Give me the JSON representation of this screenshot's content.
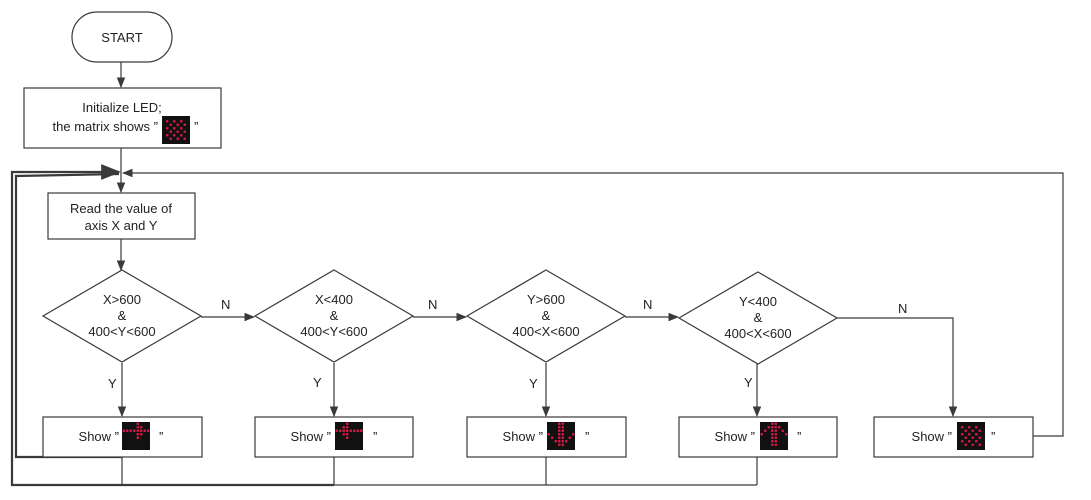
{
  "diagram": {
    "start": {
      "label": "START"
    },
    "init": {
      "line1": "Initialize LED;",
      "line2_prefix": "the matrix shows ”",
      "line2_suffix": "”"
    },
    "read": {
      "line1": "Read the value of",
      "line2": "axis X and Y"
    },
    "decisions": [
      {
        "line1": "X>600",
        "line2": "&",
        "line3": "400<Y<600"
      },
      {
        "line1": "X<400",
        "line2": "&",
        "line3": "400<Y<600"
      },
      {
        "line1": "Y>600",
        "line2": "&",
        "line3": "400<X<600"
      },
      {
        "line1": "Y<400",
        "line2": "&",
        "line3": "400<X<600"
      }
    ],
    "shows": [
      {
        "prefix": "Show ”",
        "suffix": "”",
        "icon": "led-arrow-right-icon"
      },
      {
        "prefix": "Show ”",
        "suffix": "”",
        "icon": "led-arrow-left-icon"
      },
      {
        "prefix": "Show ”",
        "suffix": "”",
        "icon": "led-arrow-down-icon"
      },
      {
        "prefix": "Show ”",
        "suffix": "”",
        "icon": "led-arrow-up-icon"
      },
      {
        "prefix": "Show ”",
        "suffix": "”",
        "icon": "led-grid-icon"
      }
    ],
    "edge_labels": {
      "yes": "Y",
      "no": "N"
    },
    "colors": {
      "led_on": "#e0184a",
      "led_bg": "#111111",
      "line": "#3a3a3a"
    }
  }
}
